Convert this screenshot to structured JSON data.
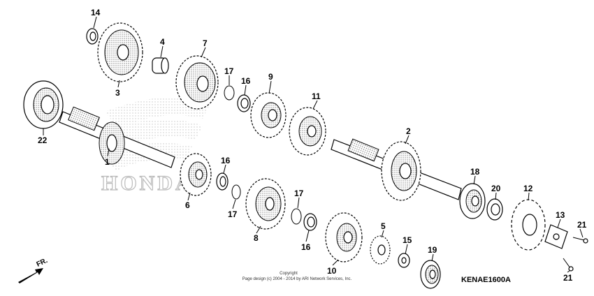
{
  "diagram": {
    "watermark_text": "HONDA",
    "copyright_line1": "Copyright",
    "copyright_line2": "Page design (c) 2004 - 2014 by ARI Network Services, Inc.",
    "drawing_code": "KENAE1600A",
    "front_label": "FR.",
    "callouts": [
      "1",
      "2",
      "3",
      "4",
      "5",
      "6",
      "7",
      "8",
      "9",
      "10",
      "11",
      "12",
      "13",
      "14",
      "15",
      "16",
      "16",
      "16",
      "17",
      "17",
      "17",
      "18",
      "19",
      "20",
      "21",
      "21",
      "22"
    ]
  }
}
